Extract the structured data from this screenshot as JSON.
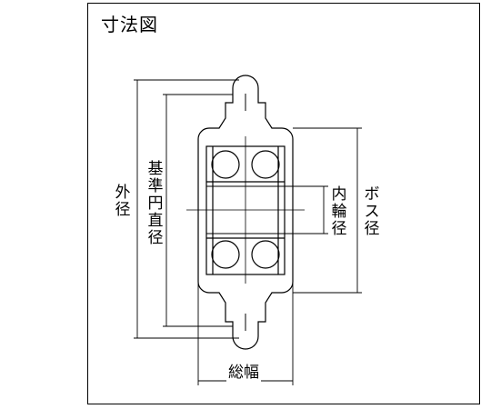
{
  "diagram": {
    "title": "寸法図",
    "labels": {
      "outer_diameter": "外径",
      "pitch_diameter": "基準円直径",
      "inner_ring_diameter": "内輪径",
      "boss_diameter": "ボス径",
      "total_width": "総幅"
    },
    "colors": {
      "line": "#000000",
      "background": "#ffffff"
    }
  }
}
